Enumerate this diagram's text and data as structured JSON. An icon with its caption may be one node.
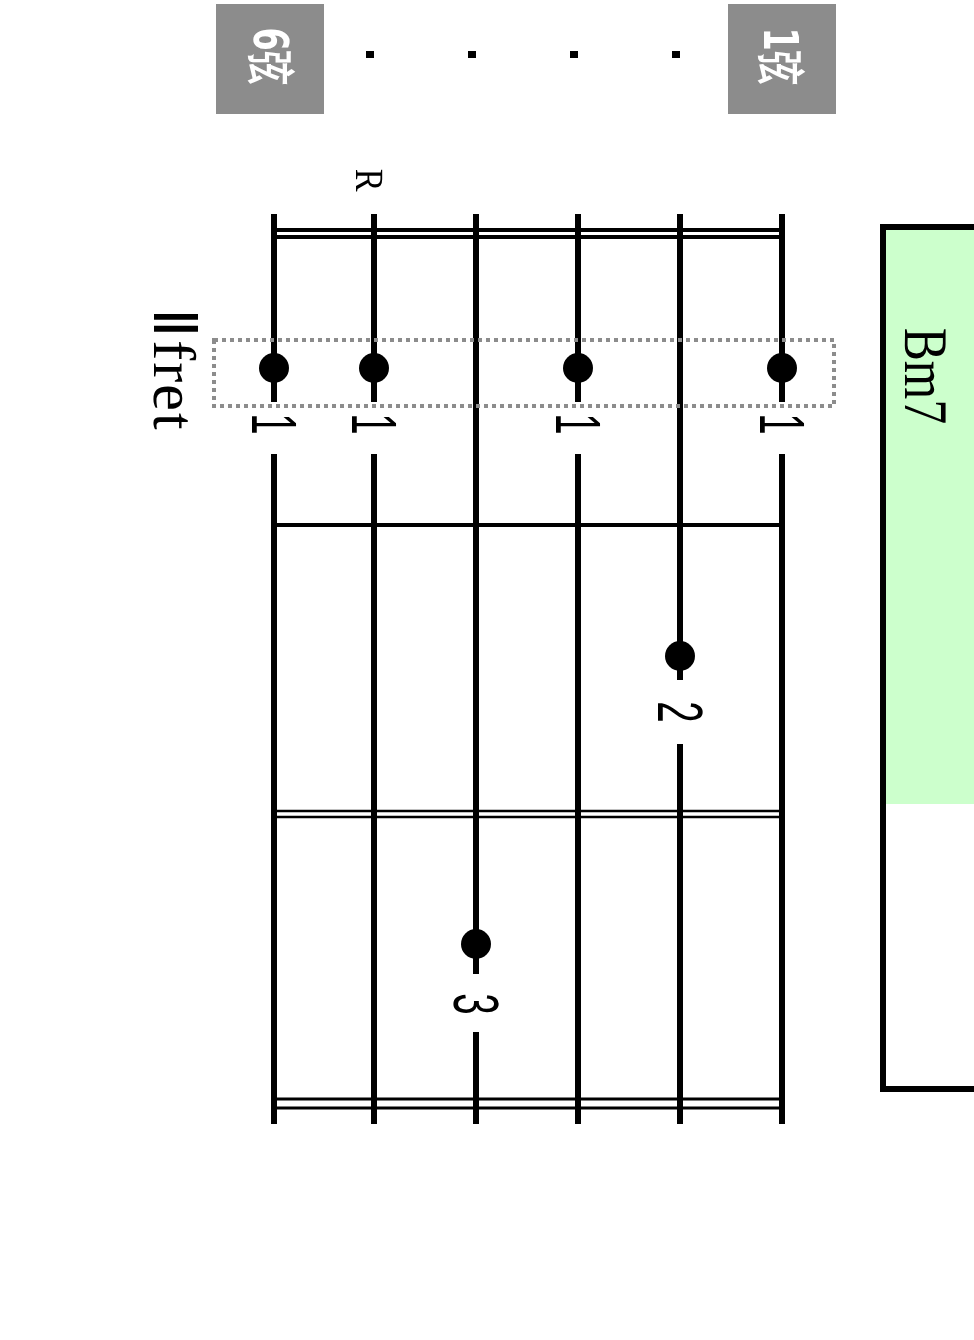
{
  "diagram": {
    "nodes": [
      {
        "text": [
          "6弦"
        ]
      },
      {
        "text": [
          "1弦"
        ]
      },
      {
        "text": [
          "Bm7"
        ]
      }
    ],
    "labels": [
      "R",
      "Ⅱfret",
      "1",
      "1",
      "1",
      "1",
      "2",
      "3"
    ]
  }
}
